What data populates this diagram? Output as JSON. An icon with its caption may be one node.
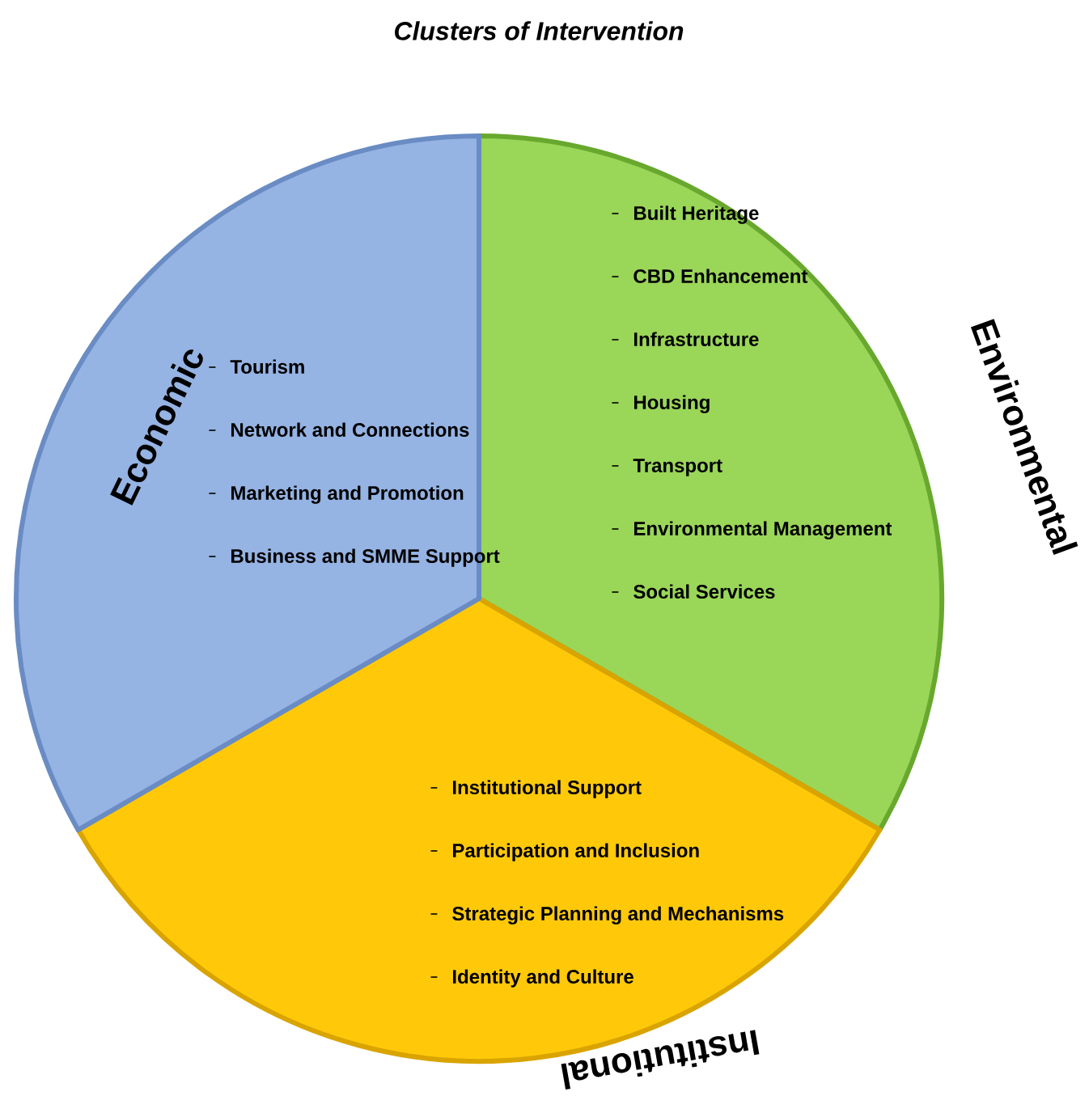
{
  "diagram": {
    "title": "Clusters of Intervention",
    "nodes": [
      {
        "text": [
          "Economic",
          "Tourism",
          "Network and Connections",
          "Marketing and Promotion",
          "Business and SMME Support"
        ]
      },
      {
        "text": [
          "Environmental",
          "Built Heritage",
          "CBD Enhancement",
          "Infrastructure",
          "Housing",
          "Transport",
          "Environmental Management",
          "Social Services"
        ]
      },
      {
        "text": [
          "Institutional",
          "Institutional Support",
          "Participation and Inclusion",
          "Strategic Planning and Mechanisms",
          "Identity and Culture"
        ]
      }
    ]
  }
}
